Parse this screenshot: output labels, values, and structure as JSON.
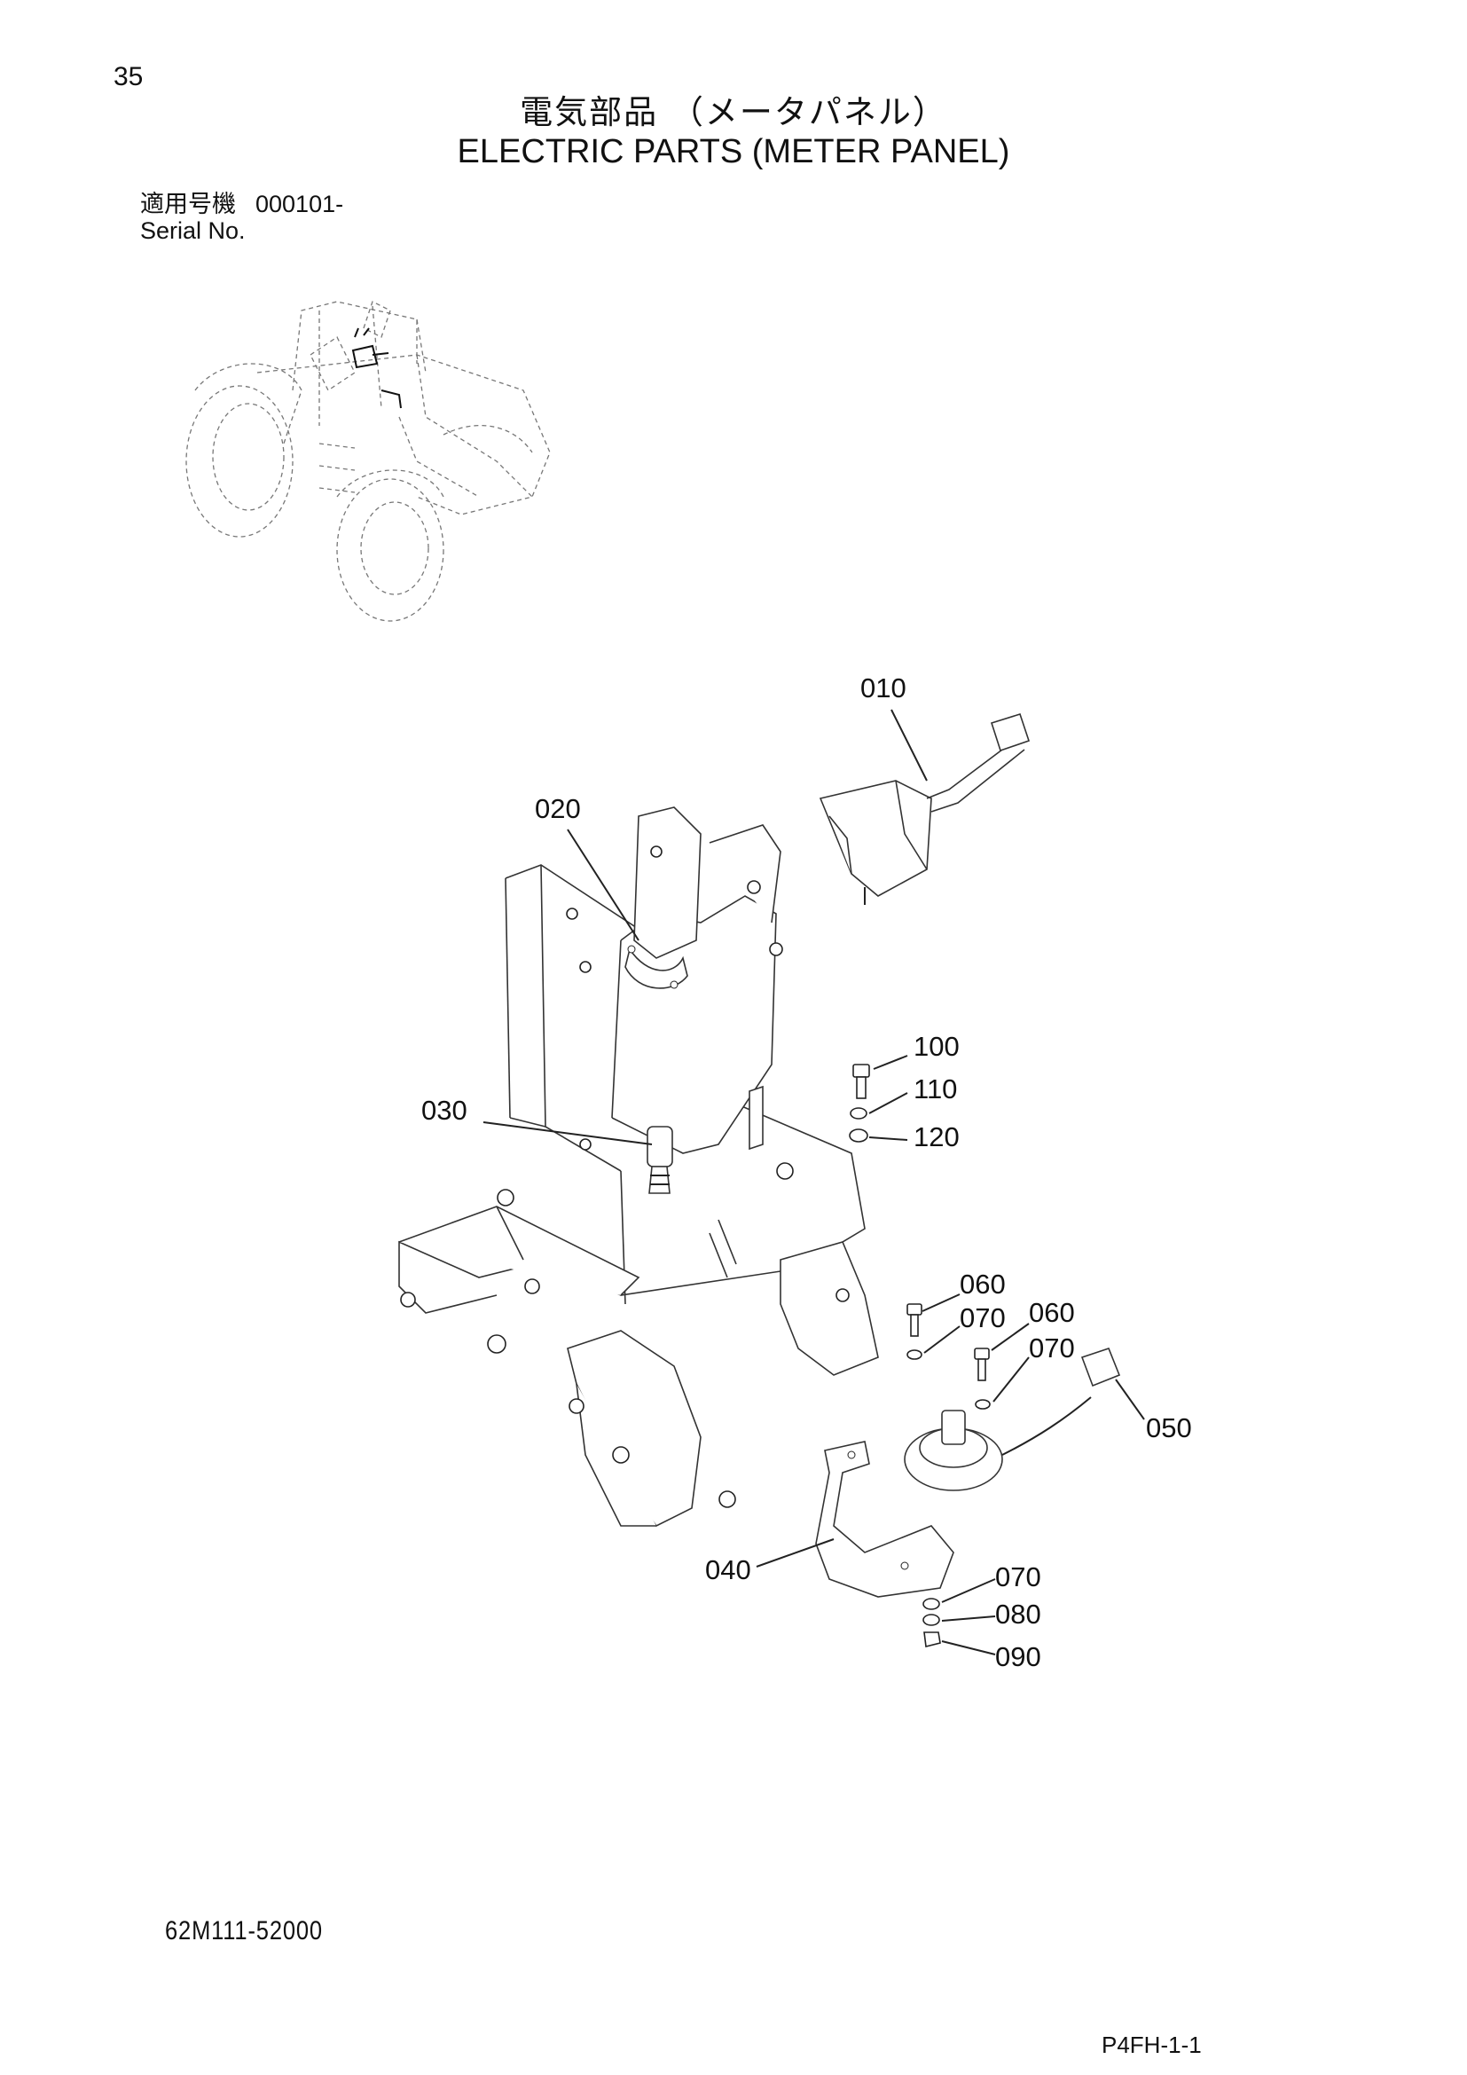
{
  "header": {
    "page_number": "35",
    "title_jp": "電気部品 （メータパネル）",
    "title_en": "ELECTRIC PARTS (METER PANEL)"
  },
  "serial": {
    "label_jp": "適用号機",
    "value": "000101-",
    "label_en": "Serial No."
  },
  "callouts": {
    "p010": "010",
    "p020": "020",
    "p030": "030",
    "p040": "040",
    "p050": "050",
    "p060a": "060",
    "p060b": "060",
    "p070a": "070",
    "p070b": "070",
    "p070c": "070",
    "p080": "080",
    "p090": "090",
    "p100": "100",
    "p110": "110",
    "p120": "120"
  },
  "footer": {
    "doc_code": "62M111-52000",
    "page_code": "P4FH-1-1"
  }
}
